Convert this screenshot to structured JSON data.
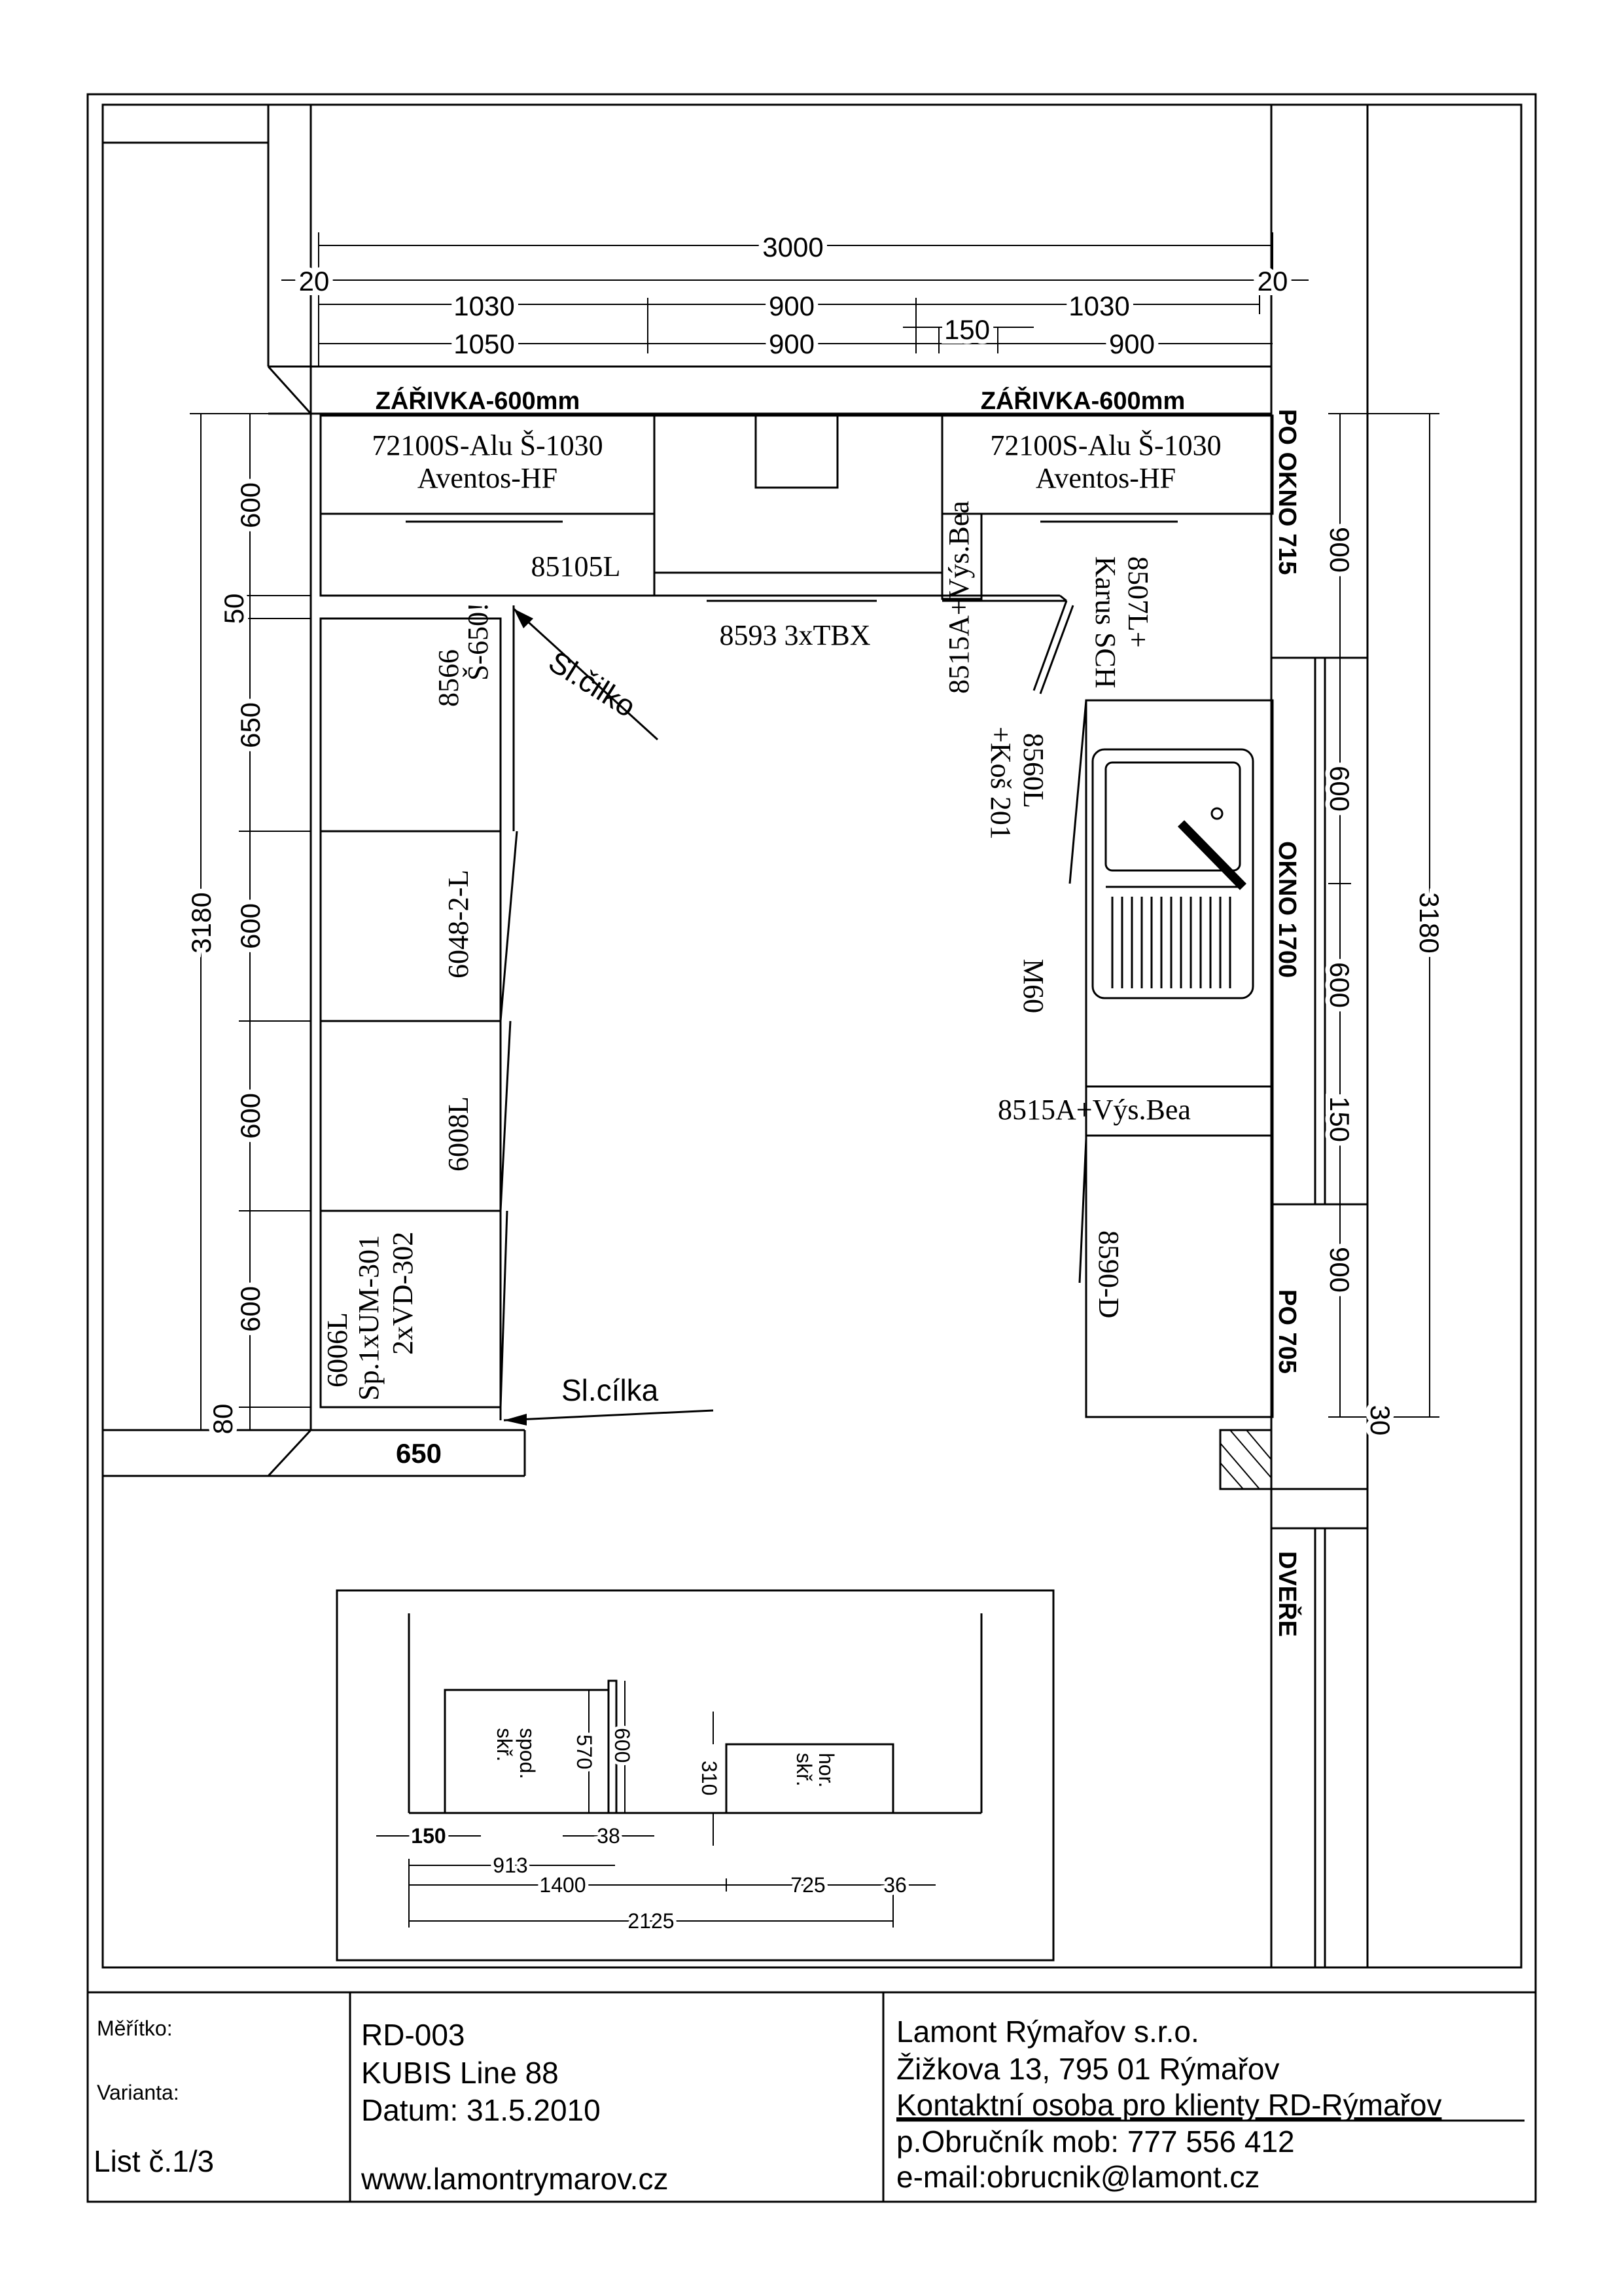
{
  "dimensions": {
    "total_width": "3000",
    "left_gap": "20",
    "right_gap": "20",
    "top_upper": [
      "1030",
      "900",
      "1030"
    ],
    "top_lower": [
      "1050",
      "900",
      "150",
      "900"
    ],
    "left_total": "3180",
    "left_segments": [
      "600",
      "50",
      "650",
      "600",
      "600",
      "600",
      "80"
    ],
    "bottom_depth": "650",
    "right_total": "3180",
    "right_segments": [
      "900",
      "600",
      "600",
      "150",
      "900",
      "30"
    ]
  },
  "labels": {
    "light_left": "ZÁŘIVKA-600mm",
    "light_right": "ZÁŘIVKA-600mm",
    "upper_left_line1": "72100S-Alu Š-1030",
    "upper_left_line2": "Aventos-HF",
    "upper_right_line1": "72100S-Alu Š-1030",
    "upper_right_line2": "Aventos-HF",
    "cab_85105L": "85105L",
    "cab_8593": "8593 3xTBX",
    "cab_8515_top": "8515A+Výs.Bea",
    "cab_8507L_line1": "8507L+",
    "cab_8507L_line2": "Karus SCH",
    "slicko": "Sl.čilko",
    "cab_8566_line1": "8566",
    "cab_8566_line2": "Š-650!",
    "cab_6048": "6048-2-L",
    "cab_6008L": "6008L",
    "cab_6006L_line1": "6006L",
    "cab_6006L_line2": "Sp.1xUM-301",
    "cab_6006L_line3": "2xVD-302",
    "slcilka": "Sl.cílka",
    "cab_8560L_line1": "8560L",
    "cab_8560L_line2": "+Koš 201",
    "cab_M60": "M60",
    "cab_8515_right": "8515A+Výs.Bea",
    "cab_8590D": "8590-D",
    "window_po_715": "PO OKNO 715",
    "window_1700": "OKNO 1700",
    "window_po_705": "PO 705",
    "door": "DVEŘE"
  },
  "section": {
    "lower_label_line1": "spod.",
    "lower_label_line2": "skř.",
    "upper_label_line1": "hor.",
    "upper_label_line2": "skř.",
    "dim_570": "570",
    "dim_600": "600",
    "dim_310": "310",
    "dim_150": "150",
    "dim_38": "38",
    "dim_913": "913",
    "dim_1400": "1400",
    "dim_725": "725",
    "dim_36": "36",
    "dim_2125": "2125"
  },
  "title_block": {
    "scale_label": "Měřítko:",
    "variant_label": "Varianta:",
    "sheet": "List č.1/3",
    "project_code": "RD-003",
    "product_line": "KUBIS Line 88",
    "date": "Datum: 31.5.2010",
    "website": "www.lamontrymarov.cz",
    "company": "Lamont Rýmařov s.r.o.",
    "address": "Žižkova 13,   795 01 Rýmařov",
    "contact_heading": "Kontaktní osoba pro klienty RD-Rýmařov",
    "contact_person": "p.Obručník  mob: 777 556 412",
    "email": "e-mail:obrucnik@lamont.cz"
  }
}
